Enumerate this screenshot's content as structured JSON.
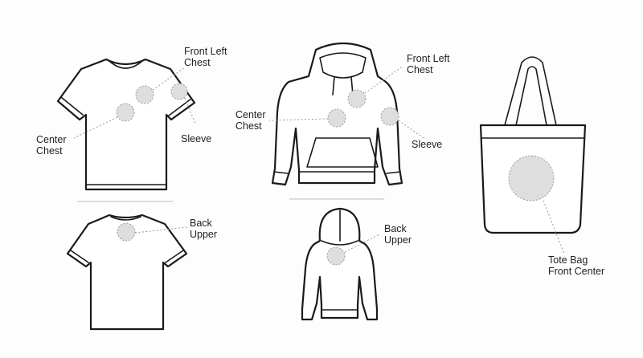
{
  "colors": {
    "outline": "#1a1a1a",
    "zone_fill": "#dedede",
    "zone_stroke": "#9a9a9a",
    "leader": "#9a9a9a",
    "divider": "#bdbdbd",
    "text": "#222222"
  },
  "icons": [
    "tshirt-front-icon",
    "tshirt-back-icon",
    "hoodie-front-icon",
    "hoodie-back-icon",
    "tote-bag-icon"
  ],
  "labels": {
    "tee_front_left_chest": [
      "Front Left",
      "Chest"
    ],
    "tee_center_chest": [
      "Center",
      "Chest"
    ],
    "tee_sleeve": [
      "Sleeve"
    ],
    "tee_back_upper": [
      "Back",
      "Upper"
    ],
    "hoodie_front_left_chest": [
      "Front Left",
      "Chest"
    ],
    "hoodie_center_chest": [
      "Center",
      "Chest"
    ],
    "hoodie_sleeve": [
      "Sleeve"
    ],
    "hoodie_back_upper": [
      "Back",
      "Upper"
    ],
    "tote_front_center": [
      "Tote Bag",
      "Front Center"
    ]
  }
}
